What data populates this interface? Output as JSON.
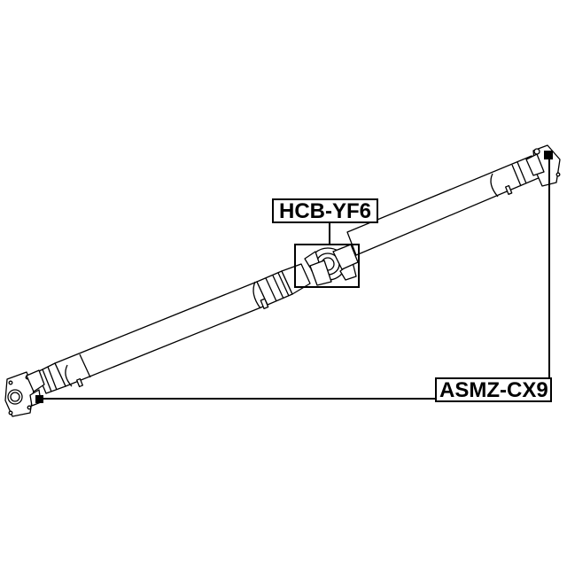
{
  "diagram": {
    "subject": "propeller-shaft-assembly",
    "callouts": [
      {
        "id": "center-bearing",
        "part_number": "HCB-YF6"
      },
      {
        "id": "flange-joints",
        "part_number": "ASMZ-CX9"
      }
    ],
    "colors": {
      "line": "#000000",
      "background": "#ffffff"
    }
  }
}
